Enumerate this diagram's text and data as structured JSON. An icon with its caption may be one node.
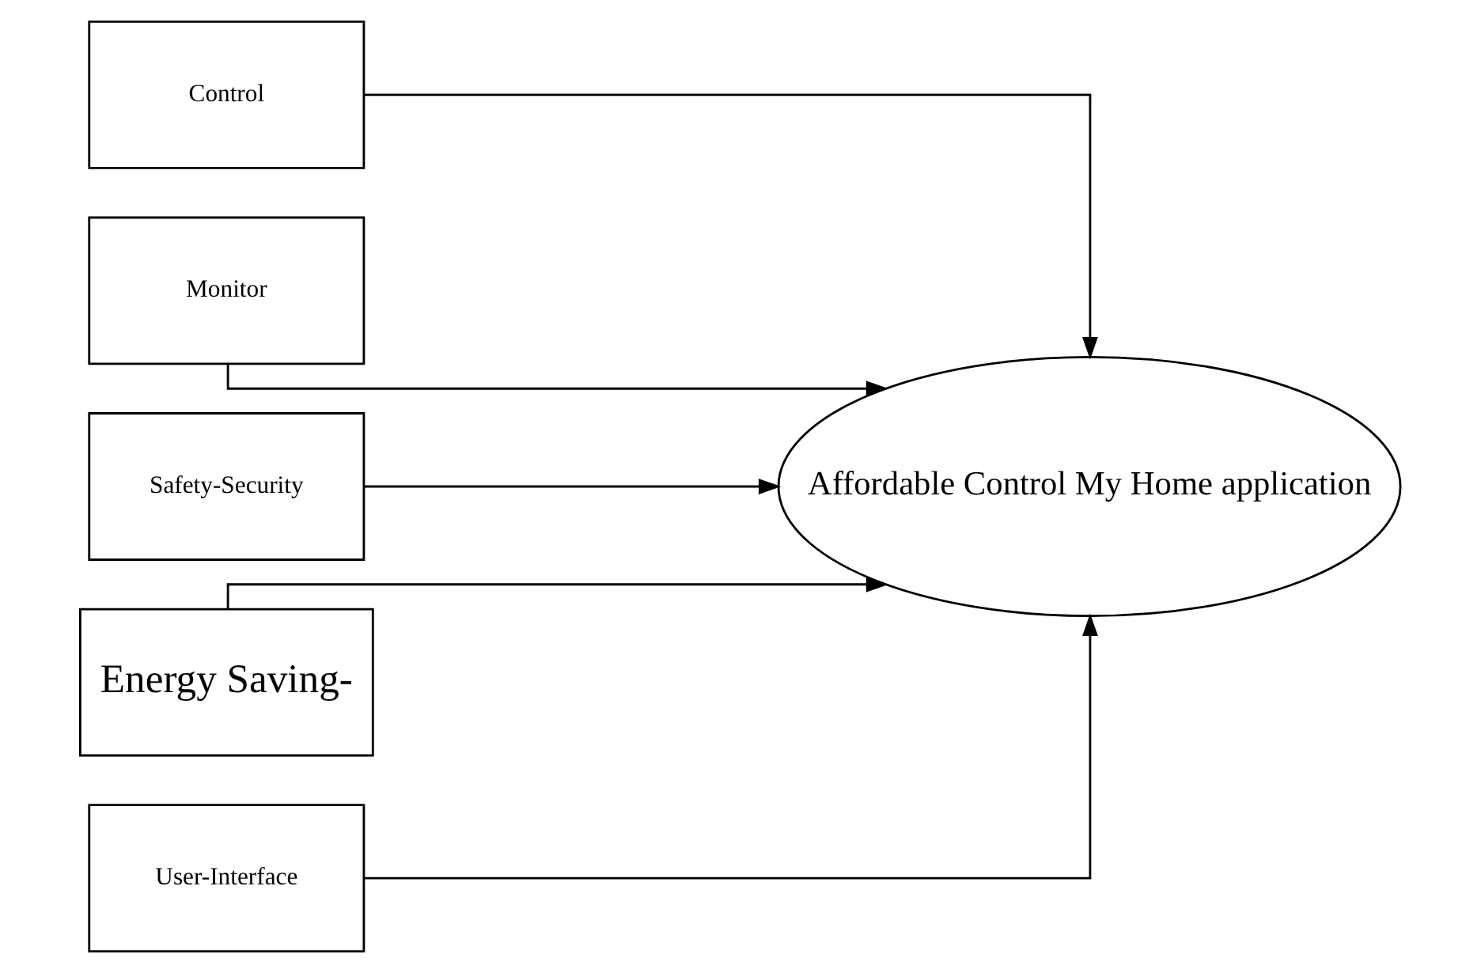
{
  "diagram": {
    "nodes": [
      {
        "text": [
          "Control"
        ]
      },
      {
        "text": [
          "Monitor"
        ]
      },
      {
        "text": [
          "Safety-Security"
        ]
      },
      {
        "text": [
          "Energy Saving-"
        ]
      },
      {
        "text": [
          "User-Interface"
        ]
      },
      {
        "text": [
          "Affordable Control My Home application"
        ]
      }
    ],
    "edges": [
      {
        "from": 0,
        "to": 5,
        "arrow": "to"
      },
      {
        "from": 1,
        "to": 5,
        "arrow": "to"
      },
      {
        "from": 2,
        "to": 5,
        "arrow": "to"
      },
      {
        "from": 3,
        "to": 5,
        "arrow": "to"
      },
      {
        "from": 4,
        "to": 5,
        "arrow": "to"
      }
    ]
  }
}
